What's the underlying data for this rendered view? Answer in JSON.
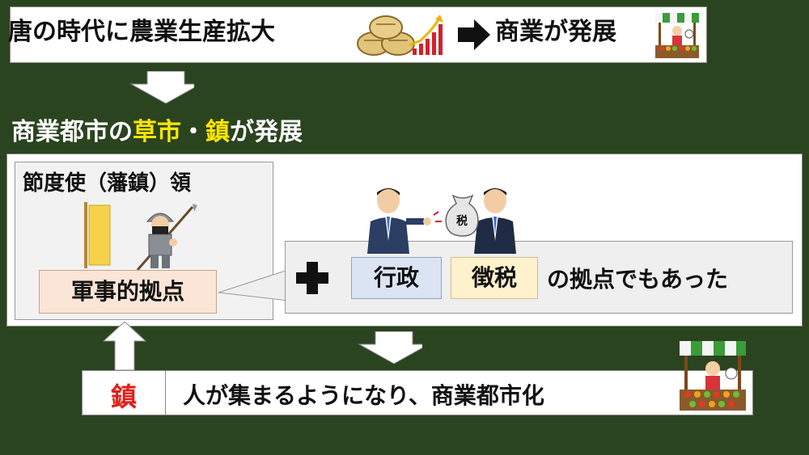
{
  "top_banner": {
    "left_text": "唐の時代に農業生産拡大",
    "right_text": "商業が発展"
  },
  "headline": {
    "part1": "商業都市の",
    "yellow1": "草市",
    "dot": "・",
    "yellow2": "鎮",
    "part2": "が発展"
  },
  "left_panel": {
    "title": "節度使（藩鎮）領",
    "military_label": "軍事的拠点"
  },
  "callout": {
    "gov_label": "行政",
    "tax_label": "徴税",
    "tail_text": "の拠点でもあった",
    "tax_bag_text": "税"
  },
  "bottom_banner": {
    "zhen_label": "鎮",
    "text": "人が集まるようになり、商業都市化"
  },
  "colors": {
    "background": "#2b4420",
    "highlight_yellow": "#ffe600",
    "zhen_red": "#e0201b"
  }
}
